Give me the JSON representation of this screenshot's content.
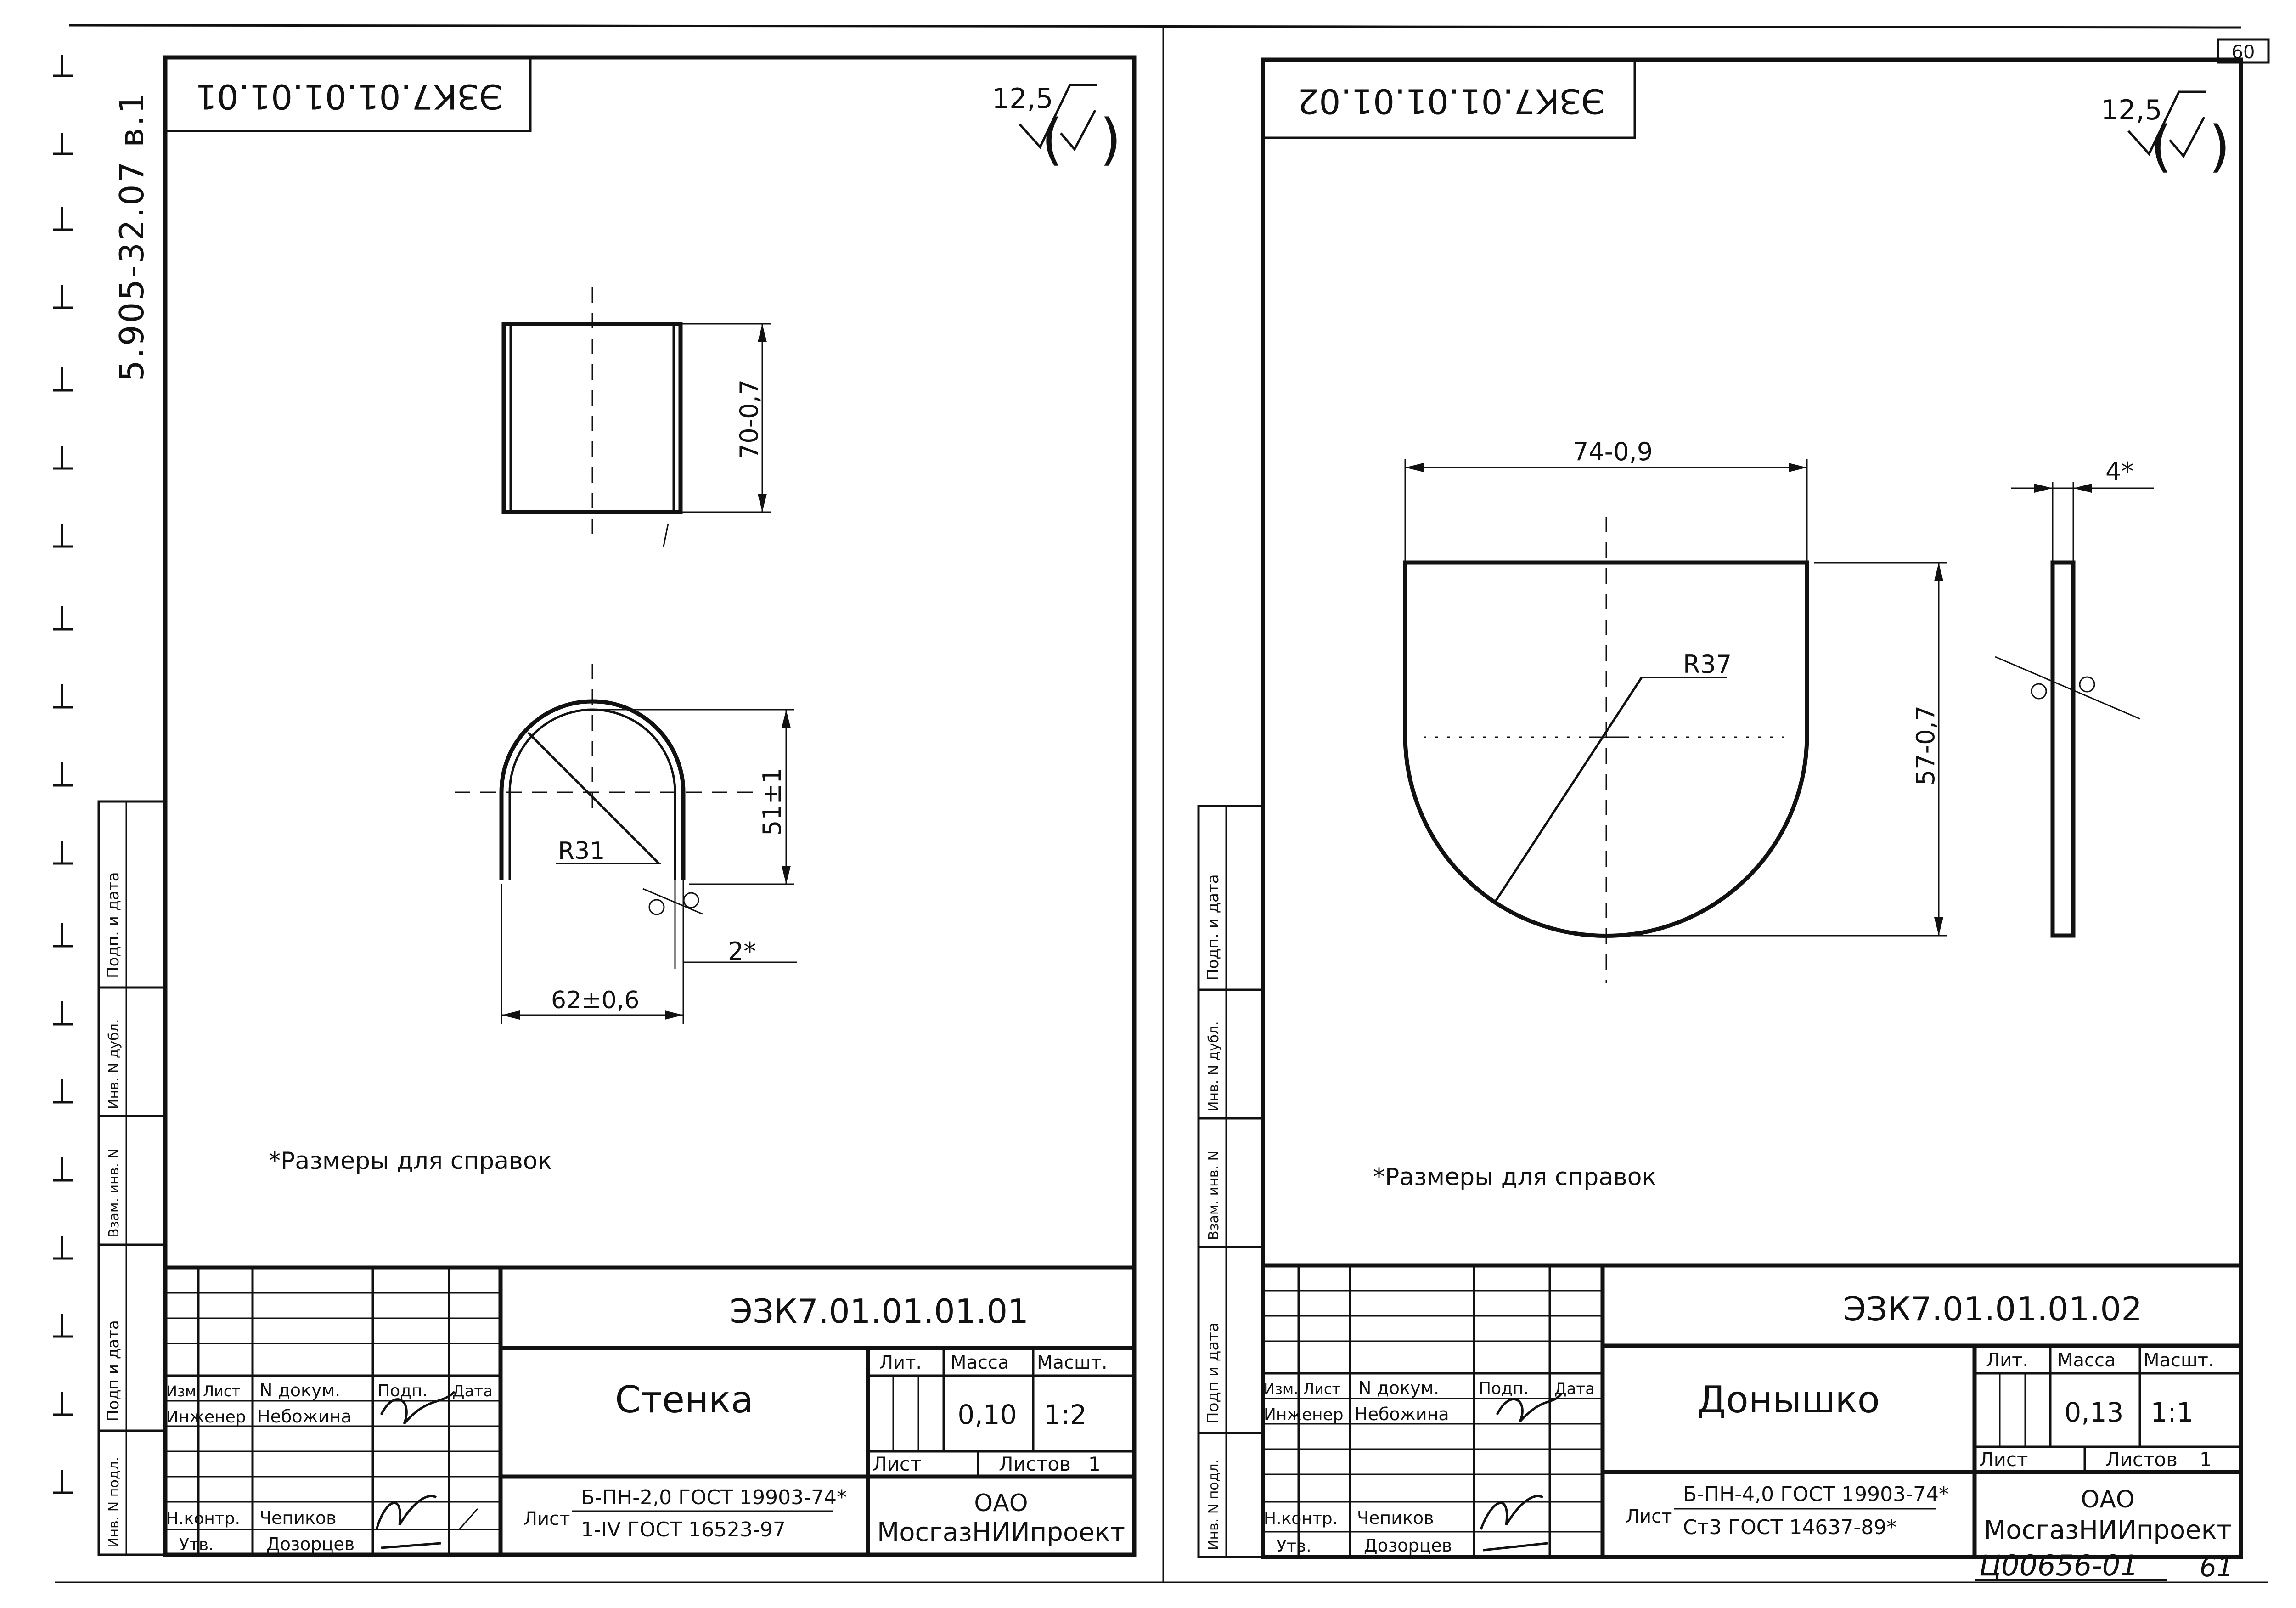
{
  "page": {
    "series_id": "5.905-32.07 в.1",
    "corner_sheet": "60",
    "bottom_stamp": "Ц00656-01",
    "bottom_page": "61"
  },
  "side_stamp": [
    "Подп. и дата",
    "Инв. N дубл.",
    "Взам. инв. N",
    "Подп и дата",
    "Инв. N подл."
  ],
  "left_sheet": {
    "mirrored_code": "ЭЗК7.01.01.01.01",
    "roughness": "12,5",
    "dim_height": "70-0,7",
    "dim_arch_height": "51±1",
    "dim_radius": "R31",
    "dim_thickness": "2*",
    "dim_width": "62±0,6",
    "note": "*Размеры для справок",
    "title_block": {
      "code": "ЭЗК7.01.01.01.01",
      "name": "Стенка",
      "head_izm": "Изм.",
      "head_list": "Лист",
      "head_doc": "N докум.",
      "head_sign": "Подп.",
      "head_date": "Дата",
      "role_engineer": "Инженер",
      "name_engineer": "Небожина",
      "role_control": "Н.контр.",
      "name_control": "Чепиков",
      "role_approve": "Утв.",
      "name_approve": "Дозорцев",
      "lit_label": "Лит.",
      "mass_label": "Масса",
      "scale_label": "Масшт.",
      "mass": "0,10",
      "scale": "1:2",
      "sheet_label": "Лист",
      "sheets_label": "Листов",
      "sheets": "1",
      "material_prefix": "Лист",
      "material_line1": "Б-ПН-2,0 ГОСТ 19903-74*",
      "material_line2": "1-IV ГОСТ 16523-97",
      "org1": "ОАО",
      "org2": "МосгазНИИпроект"
    }
  },
  "right_sheet": {
    "mirrored_code": "ЭЗК7.01.01.01.02",
    "roughness": "12,5",
    "dim_width": "74-0,9",
    "dim_thickness": "4*",
    "dim_radius": "R37",
    "dim_height": "57-0,7",
    "note": "*Размеры для справок",
    "title_block": {
      "code": "ЭЗК7.01.01.01.02",
      "name": "Донышко",
      "head_izm": "Изм.",
      "head_list": "Лист",
      "head_doc": "N докум.",
      "head_sign": "Подп.",
      "head_date": "Дата",
      "role_engineer": "Инженер",
      "name_engineer": "Небожина",
      "role_control": "Н.контр.",
      "name_control": "Чепиков",
      "role_approve": "Утв.",
      "name_approve": "Дозорцев",
      "lit_label": "Лит.",
      "mass_label": "Масса",
      "scale_label": "Масшт.",
      "mass": "0,13",
      "scale": "1:1",
      "sheet_label": "Лист",
      "sheets_label": "Листов",
      "sheets": "1",
      "material_prefix": "Лист",
      "material_line1": "Б-ПН-4,0 ГОСТ 19903-74*",
      "material_line2": "Ст3 ГОСТ 14637-89*",
      "org1": "ОАО",
      "org2": "МосгазНИИпроект"
    }
  }
}
